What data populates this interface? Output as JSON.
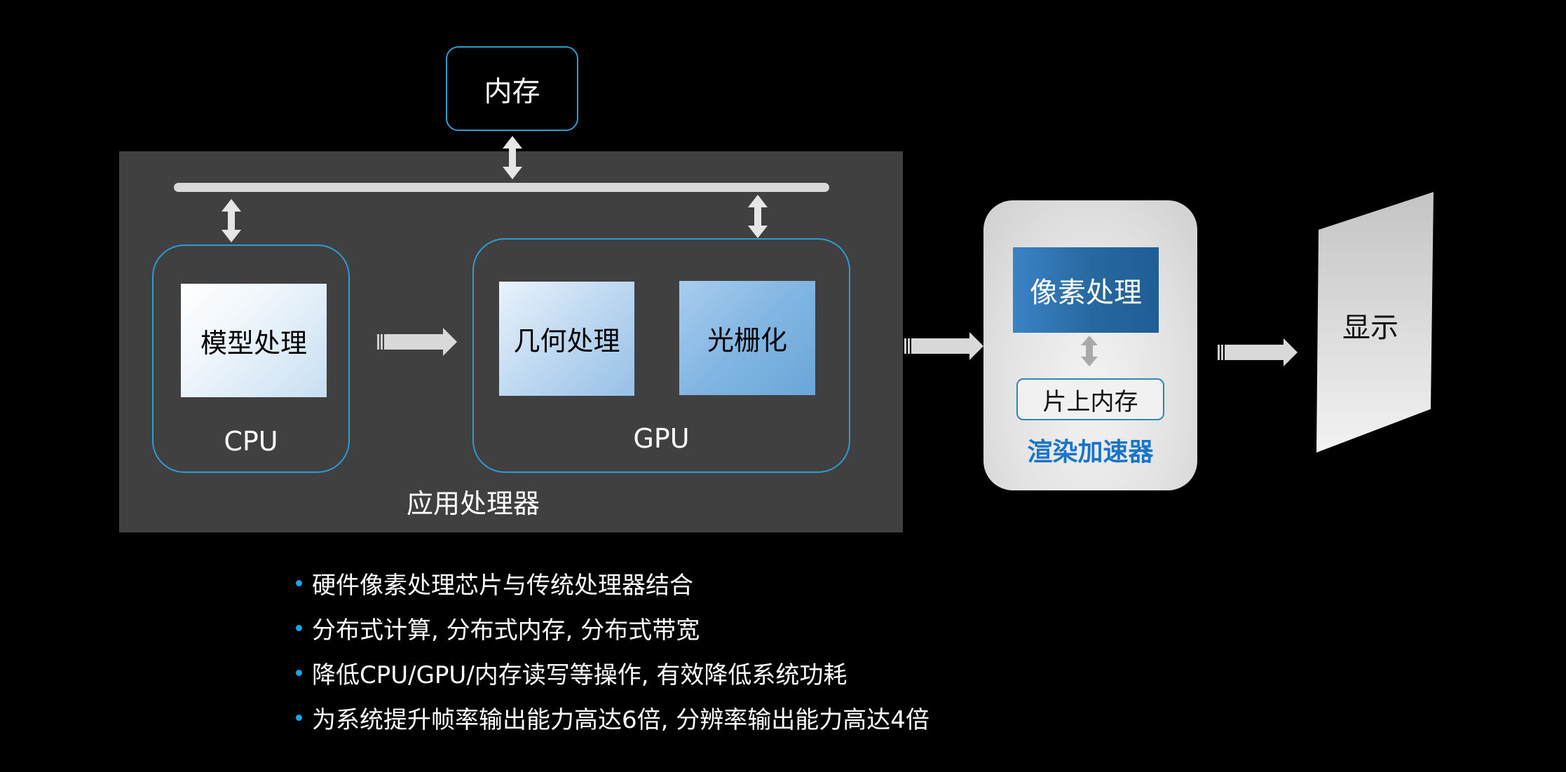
{
  "memory": {
    "label": "内存"
  },
  "app_processor": {
    "label": "应用处理器",
    "cpu": {
      "label": "CPU",
      "block": "模型处理"
    },
    "gpu": {
      "label": "GPU",
      "blocks": [
        "几何处理",
        "光栅化"
      ]
    }
  },
  "accelerator": {
    "label": "渲染加速器",
    "pixel_block": "像素处理",
    "onchip_memory": "片上内存"
  },
  "display": {
    "label": "显示"
  },
  "bullets": [
    "硬件像素处理芯片与传统处理器结合",
    "分布式计算, 分布式内存, 分布式带宽",
    "降低CPU/GPU/内存读写等操作, 有效降低系统功耗",
    "为系统提升帧率输出能力高达6倍, 分辨率输出能力高达4倍"
  ],
  "colors": {
    "background": "#000000",
    "panel": "#404040",
    "outline": "#2f9ccf",
    "accent_blue": "#1a75c9",
    "bullet_dot": "#1aa3e8"
  }
}
